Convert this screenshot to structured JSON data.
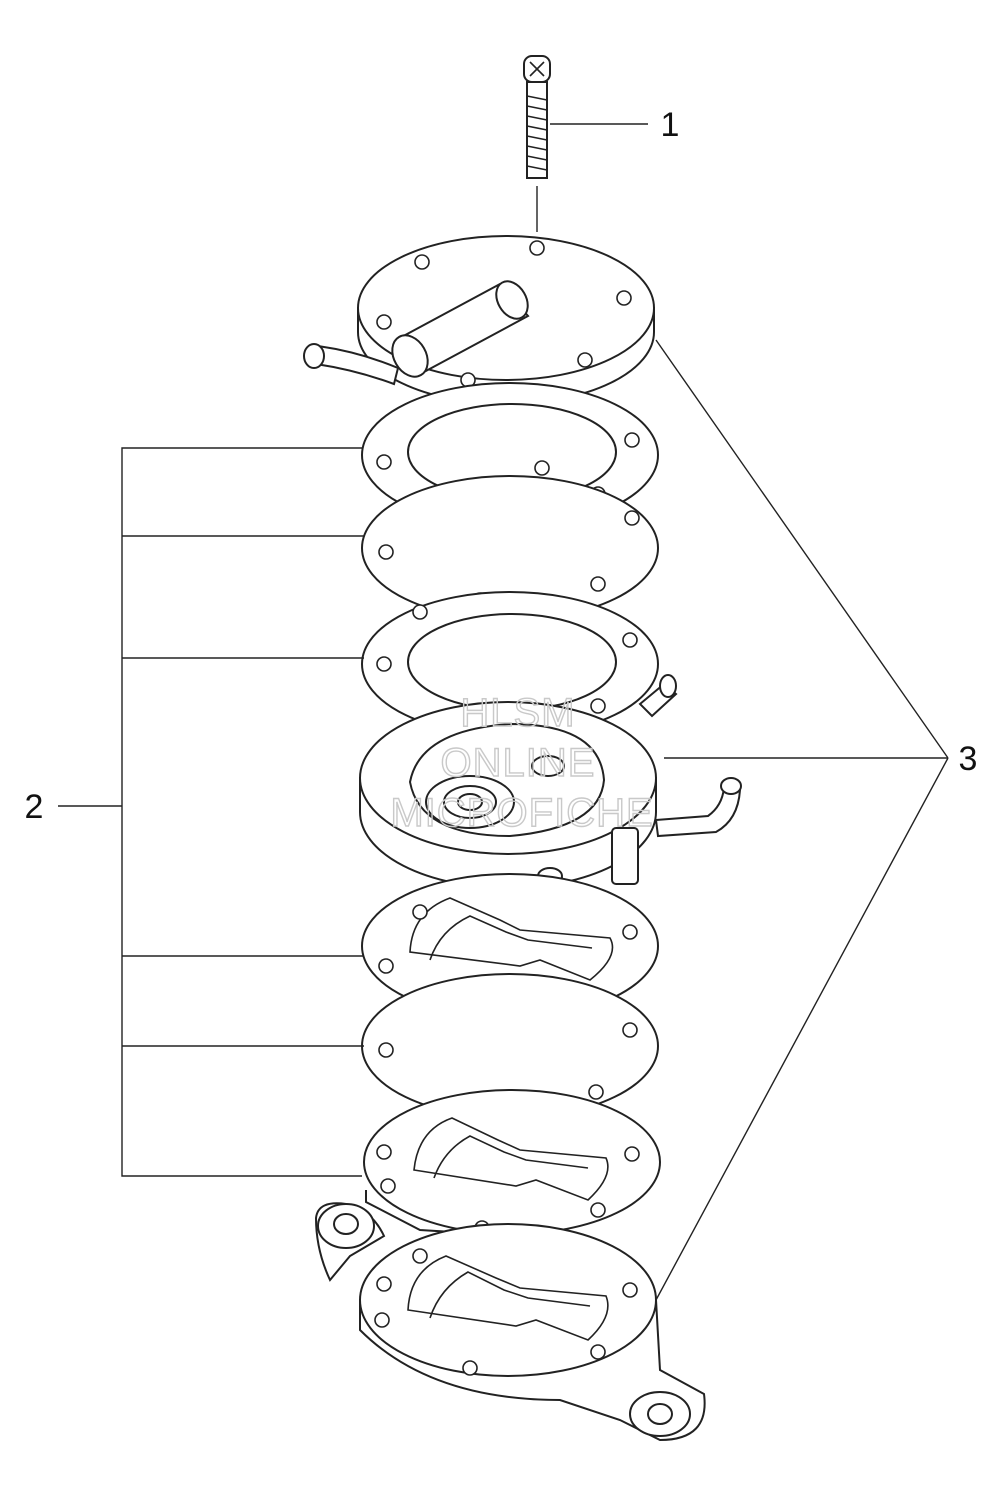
{
  "callouts": [
    {
      "id": "1",
      "label": "1"
    },
    {
      "id": "2",
      "label": "2"
    },
    {
      "id": "3",
      "label": "3"
    }
  ],
  "watermark": {
    "line1": "HLSM",
    "line2": "ONLINE",
    "line3": "MICROFICHE"
  }
}
